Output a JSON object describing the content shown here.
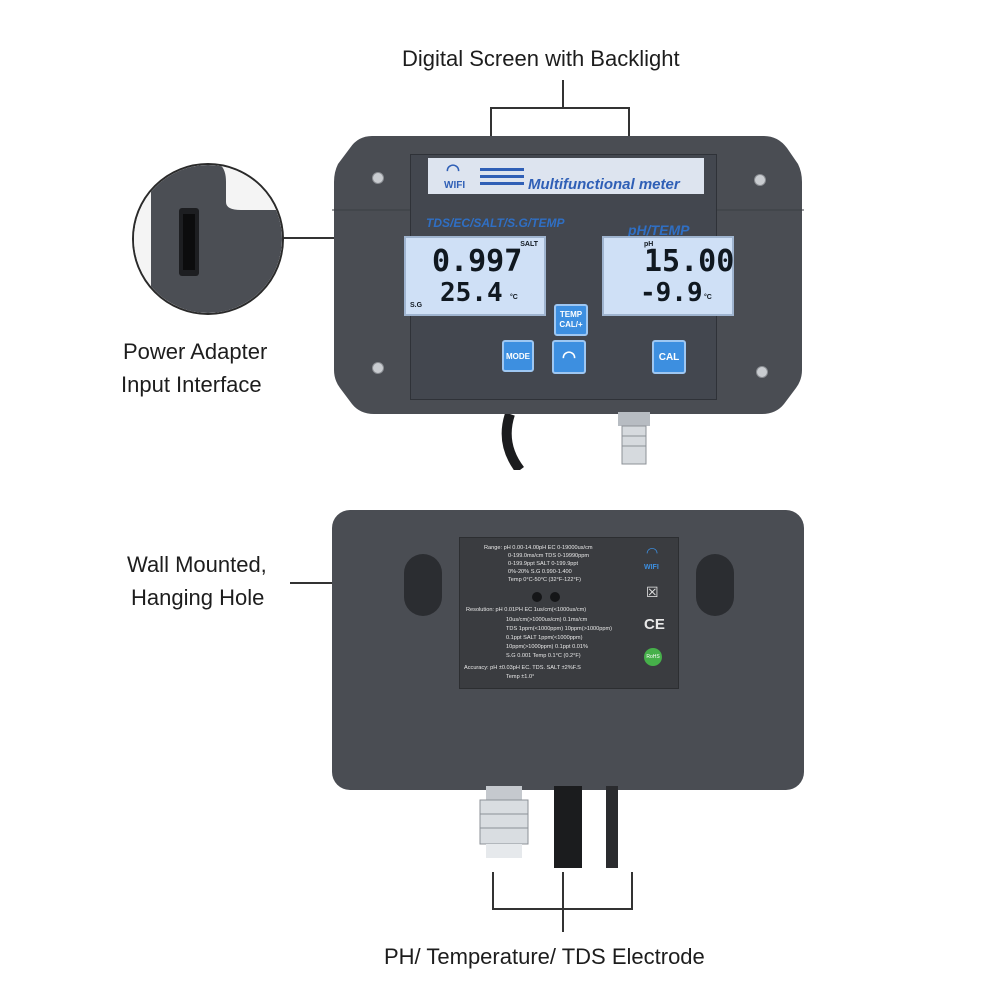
{
  "callouts": {
    "screen": "Digital Screen with Backlight",
    "power_line1": "Power Adapter",
    "power_line2": "Input Interface",
    "wall_line1": "Wall Mounted,",
    "wall_line2": "Hanging Hole",
    "electrode": "PH/ Temperature/ TDS Electrode"
  },
  "front": {
    "wifi_label": "WIFI",
    "brand": "Multifunctional meter",
    "left_mode": "TDS/EC/SALT/S.G/TEMP",
    "right_mode": "pH/TEMP",
    "left_lcd": {
      "unit_top": "SALT",
      "value": "0.997",
      "temp": "25.4",
      "temp_unit": "°C",
      "corner": "S.G"
    },
    "right_lcd": {
      "unit_top": "pH",
      "value": "15.00",
      "temp": "-9.9",
      "temp_unit": "°C"
    },
    "buttons": {
      "mode": "MODE",
      "temp_cal_1": "TEMP",
      "temp_cal_2": "CAL/+",
      "cal": "CAL"
    }
  },
  "back": {
    "wifi_label": "WIFI",
    "specs": [
      "Range: pH 0.00-14.00pH   EC 0-19000us/cm",
      "0-199.0ms/cm        TDS 0-19990ppm",
      "0-199.9ppt           SALT 0-199.9ppt",
      "0%-20%               S.G 0.990-1.400",
      "Temp 0°C-50°C (32°F-122°F)",
      "Resolution: pH  0.01PH   EC    1us/cm(<1000us/cm)",
      "10us/cm(>1000us/cm)  0.1ms/cm",
      "TDS   1ppm(<1000ppm) 10ppm(>1000ppm)",
      "0.1ppt  SALT   1ppm(<1000ppm)",
      "10ppm(>1000ppm)  0.1ppt  0.01%",
      "S.G  0.001   Temp  0.1°C (0.2°F)",
      "Accuracy: pH ±0.03pH   EC.  TDS.  SALT ±2%F.S",
      "Temp  ±1.0°"
    ],
    "marks": {
      "ce": "CE",
      "rohs": "RoHS"
    }
  },
  "colors": {
    "body": "#4a4d53",
    "lcd": "#cfe0f6",
    "button": "#3d8fe0",
    "brand_text": "#2f5fb6"
  }
}
